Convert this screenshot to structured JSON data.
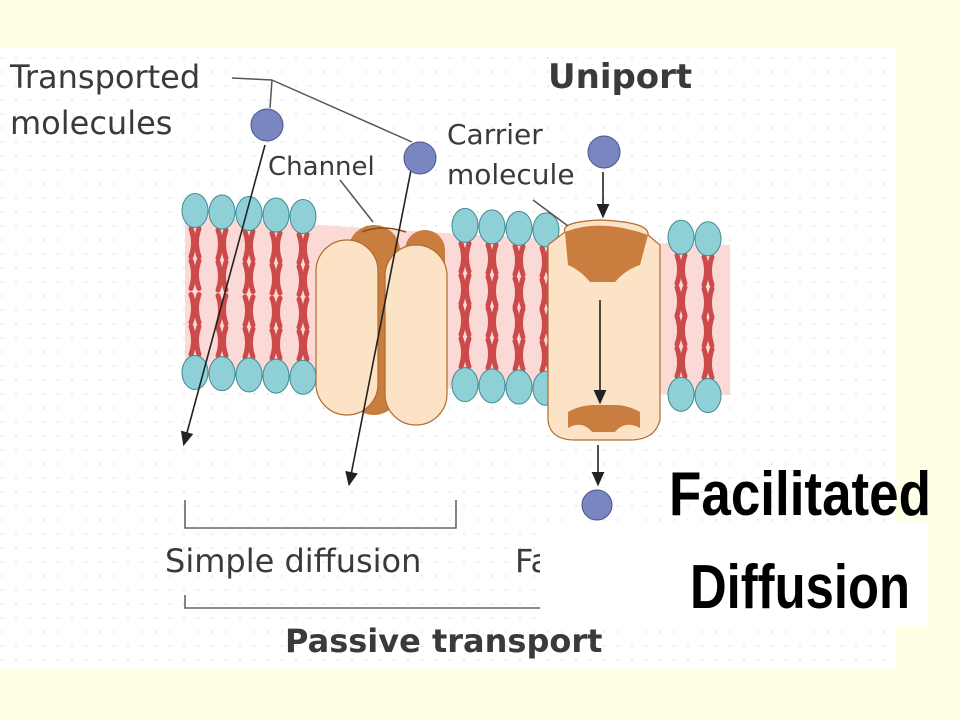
{
  "labels": {
    "transported_molecules_line1": "Transported",
    "transported_molecules_line2": "molecules",
    "uniport": "Uniport",
    "channel": "Channel",
    "carrier_line1": "Carrier",
    "carrier_line2": "molecule",
    "simple_diffusion": "Simple diffusion",
    "facilitated_partial": "Fa",
    "passive_transport": "Passive transport"
  },
  "overlay": {
    "line1": "Facilitated",
    "line2": "Diffusion"
  },
  "colors": {
    "background": "#ffffe6",
    "panel": "#ffffff",
    "molecule": "#7a86c0",
    "lipid_head": "#8fd0d6",
    "lipid_tail": "#cc4a4a",
    "protein_light": "#fde3c6",
    "protein_dark": "#c97d3e"
  }
}
